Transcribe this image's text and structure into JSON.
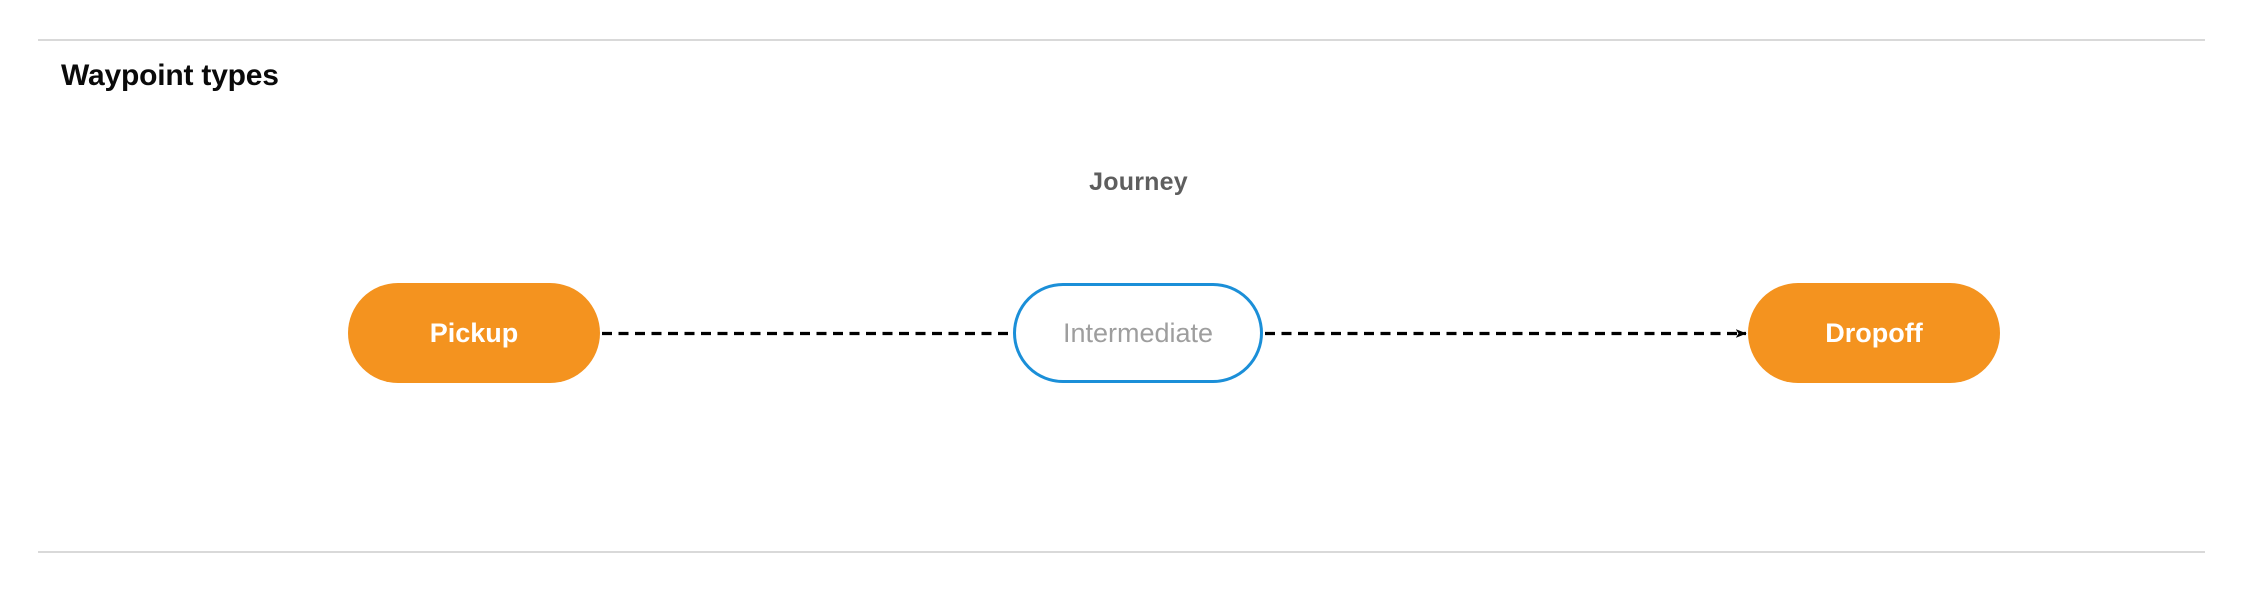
{
  "section": {
    "title": "Waypoint types"
  },
  "diagram": {
    "label": "Journey",
    "nodes": [
      {
        "id": "pickup",
        "label": "Pickup",
        "style": "filled",
        "fill": "#f4931f",
        "text_color": "#ffffff",
        "shape": "pill"
      },
      {
        "id": "intermediate",
        "label": "Intermediate",
        "style": "outlined",
        "fill": "#ffffff",
        "border_color": "#1b8fd8",
        "text_color": "#9e9e9e",
        "shape": "pill"
      },
      {
        "id": "dropoff",
        "label": "Dropoff",
        "style": "filled",
        "fill": "#f4931f",
        "text_color": "#ffffff",
        "shape": "pill"
      }
    ],
    "edges": [
      {
        "from": "pickup",
        "to": "intermediate",
        "style": "dashed",
        "arrowhead": false,
        "color": "#000000"
      },
      {
        "from": "intermediate",
        "to": "dropoff",
        "style": "dashed",
        "arrowhead": true,
        "color": "#000000"
      }
    ]
  },
  "separators": {
    "color": "#d9d9d9"
  }
}
